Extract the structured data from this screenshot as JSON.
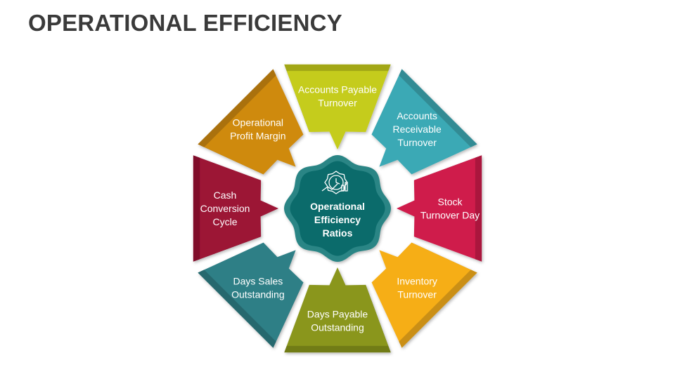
{
  "title": "OPERATIONAL EFFICIENCY",
  "center": {
    "lines": [
      "Operational",
      "Efficiency",
      "Ratios"
    ],
    "icon": "gear-clock-chart-icon",
    "color": "#0b6b6b",
    "ring_color": "#2a8585"
  },
  "segments": [
    {
      "id": "accounts-payable-turnover",
      "lines": [
        "Accounts Payable",
        "Turnover"
      ],
      "color": "#c5cc1c"
    },
    {
      "id": "accounts-receivable-turnover",
      "lines": [
        "Accounts",
        "Receivable",
        "Turnover"
      ],
      "color": "#3aa9b5"
    },
    {
      "id": "stock-turnover-day",
      "lines": [
        "Stock",
        "Turnover Day"
      ],
      "color": "#cf1d4c"
    },
    {
      "id": "inventory-turnover",
      "lines": [
        "Inventory",
        "Turnover"
      ],
      "color": "#f6ae16"
    },
    {
      "id": "days-payable-outstanding",
      "lines": [
        "Days Payable",
        "Outstanding"
      ],
      "color": "#8a961f"
    },
    {
      "id": "days-sales-outstanding",
      "lines": [
        "Days Sales",
        "Outstanding"
      ],
      "color": "#2f7f86"
    },
    {
      "id": "cash-conversion-cycle",
      "lines": [
        "Cash",
        "Conversion",
        "Cycle"
      ],
      "color": "#9c1236"
    },
    {
      "id": "operational-profit-margin",
      "lines": [
        "Operational",
        "Profit Margin"
      ],
      "color": "#cf8a0c"
    }
  ]
}
